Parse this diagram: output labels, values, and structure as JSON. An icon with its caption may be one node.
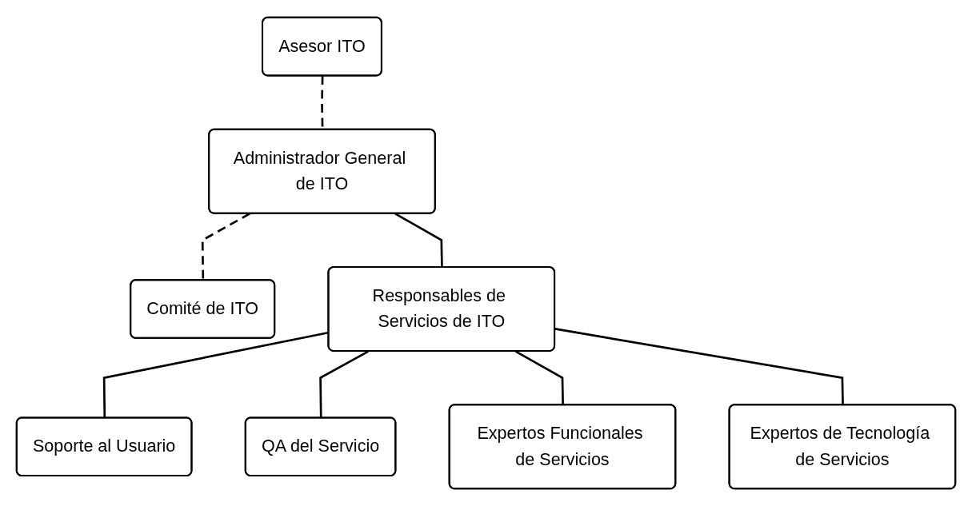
{
  "diagram": {
    "nodes": [
      {
        "text": [
          "Comité de ITO"
        ]
      },
      {
        "text": [
          "Administrador General de ITO"
        ]
      },
      {
        "text": [
          "Asesor ITO"
        ]
      },
      {
        "text": [
          "Responsables de Servicios de ITO"
        ]
      },
      {
        "text": [
          "Soporte al Usuario"
        ]
      },
      {
        "text": [
          "QA del Servicio"
        ]
      },
      {
        "text": [
          "Expertos Funcionales de Servicios"
        ]
      },
      {
        "text": [
          "Expertos de Tecnología de Servicios"
        ]
      }
    ],
    "edges": [
      {
        "from": 1,
        "to": 0,
        "arrow": "none",
        "style": "dashed"
      },
      {
        "from": 2,
        "to": 1,
        "arrow": "none",
        "style": "dashed"
      },
      {
        "from": 1,
        "to": 3,
        "arrow": "none"
      },
      {
        "from": 3,
        "to": 4,
        "arrow": "none"
      },
      {
        "from": 3,
        "to": 5,
        "arrow": "none"
      },
      {
        "from": 3,
        "to": 6,
        "arrow": "none"
      },
      {
        "from": 3,
        "to": 7,
        "arrow": "none"
      }
    ]
  }
}
